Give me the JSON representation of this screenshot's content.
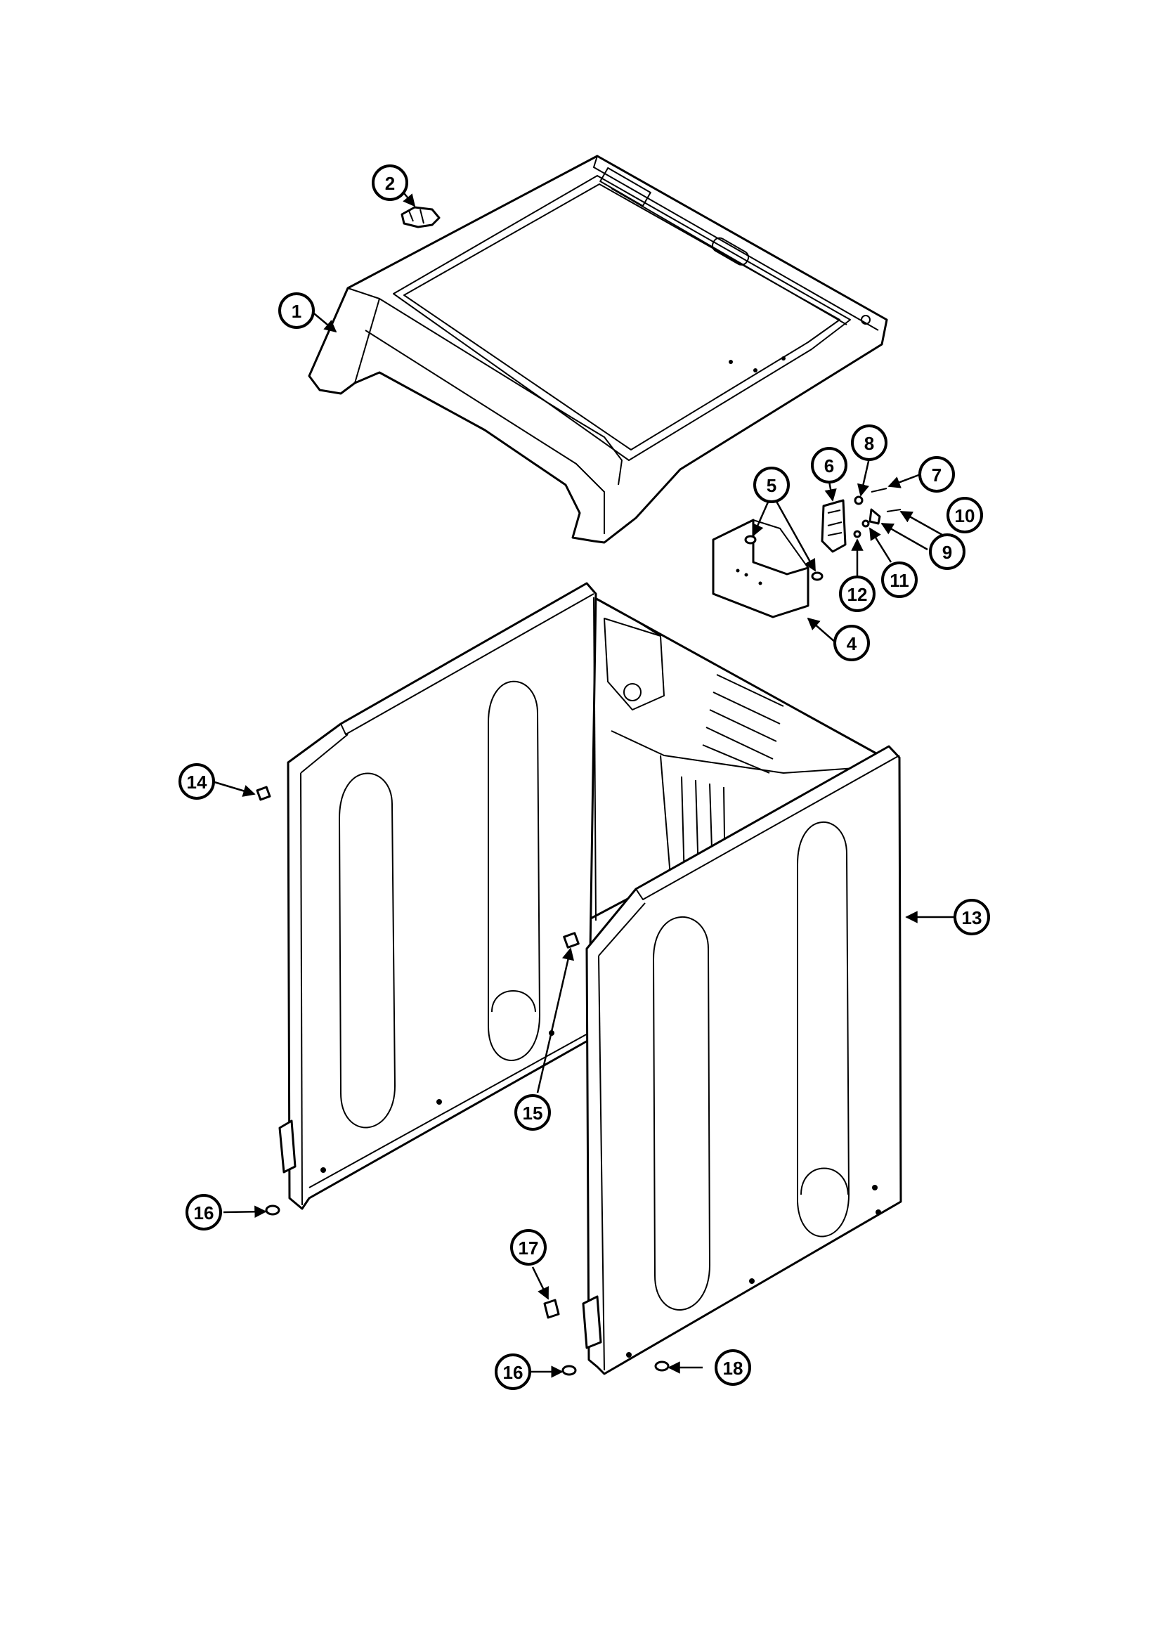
{
  "callouts": [
    {
      "id": "c1",
      "label": "1"
    },
    {
      "id": "c2",
      "label": "2"
    },
    {
      "id": "c4",
      "label": "4"
    },
    {
      "id": "c5",
      "label": "5"
    },
    {
      "id": "c6",
      "label": "6"
    },
    {
      "id": "c7",
      "label": "7"
    },
    {
      "id": "c8",
      "label": "8"
    },
    {
      "id": "c9",
      "label": "9"
    },
    {
      "id": "c10",
      "label": "10"
    },
    {
      "id": "c11",
      "label": "11"
    },
    {
      "id": "c12",
      "label": "12"
    },
    {
      "id": "c13",
      "label": "13"
    },
    {
      "id": "c14",
      "label": "14"
    },
    {
      "id": "c15",
      "label": "15"
    },
    {
      "id": "c16a",
      "label": "16"
    },
    {
      "id": "c16b",
      "label": "16"
    },
    {
      "id": "c17",
      "label": "17"
    },
    {
      "id": "c18",
      "label": "18"
    }
  ]
}
